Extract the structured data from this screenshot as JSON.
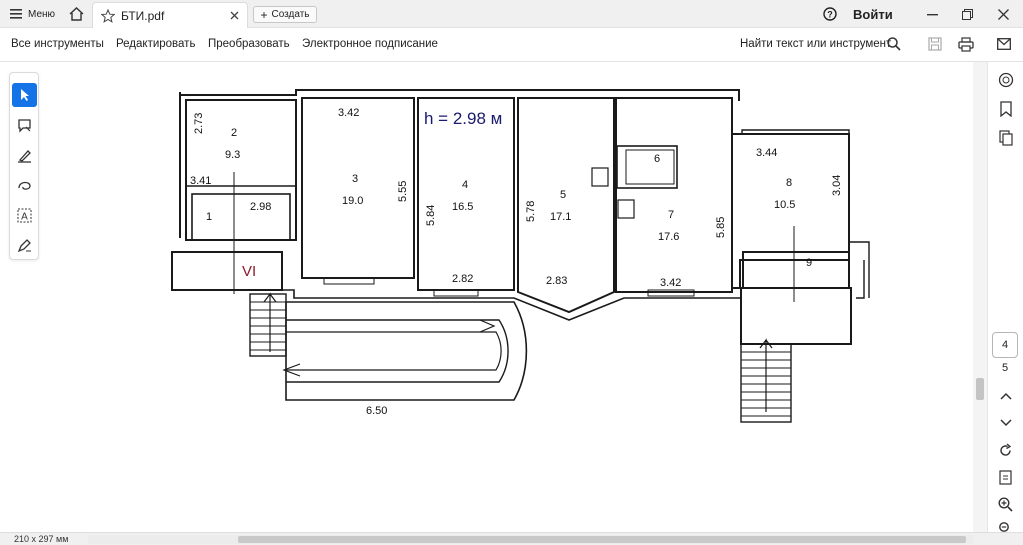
{
  "titlebar": {
    "menu_label": "Меню",
    "tab_title": "БТИ.pdf",
    "new_label": "Создать",
    "signin_label": "Войти"
  },
  "toolbar": {
    "items": [
      "Все инструменты",
      "Редактировать",
      "Преобразовать",
      "Электронное подписание"
    ],
    "search_label": "Найти текст или инструмент"
  },
  "page_nav": {
    "current": "4",
    "total": "5"
  },
  "status": {
    "page_size": "210 x 297 мм"
  },
  "plan": {
    "height_note": "h = 2.98 м",
    "rooms": [
      {
        "num": "2",
        "area": "9.3"
      },
      {
        "num": "1",
        "area": ""
      },
      {
        "num": "3",
        "area": "19.0"
      },
      {
        "num": "4",
        "area": "16.5"
      },
      {
        "num": "5",
        "area": "17.1"
      },
      {
        "num": "6",
        "area": ""
      },
      {
        "num": "7",
        "area": "17.6"
      },
      {
        "num": "8",
        "area": "10.5"
      },
      {
        "num": "9",
        "area": ""
      }
    ],
    "dims": [
      "2.73",
      "3.41",
      "2.98",
      "3.42",
      "5.55",
      "5.84",
      "2.82",
      "5.78",
      "2.83",
      "5.85",
      "3.42",
      "3.44",
      "3.04",
      "6.50"
    ],
    "section_label": "VI"
  }
}
